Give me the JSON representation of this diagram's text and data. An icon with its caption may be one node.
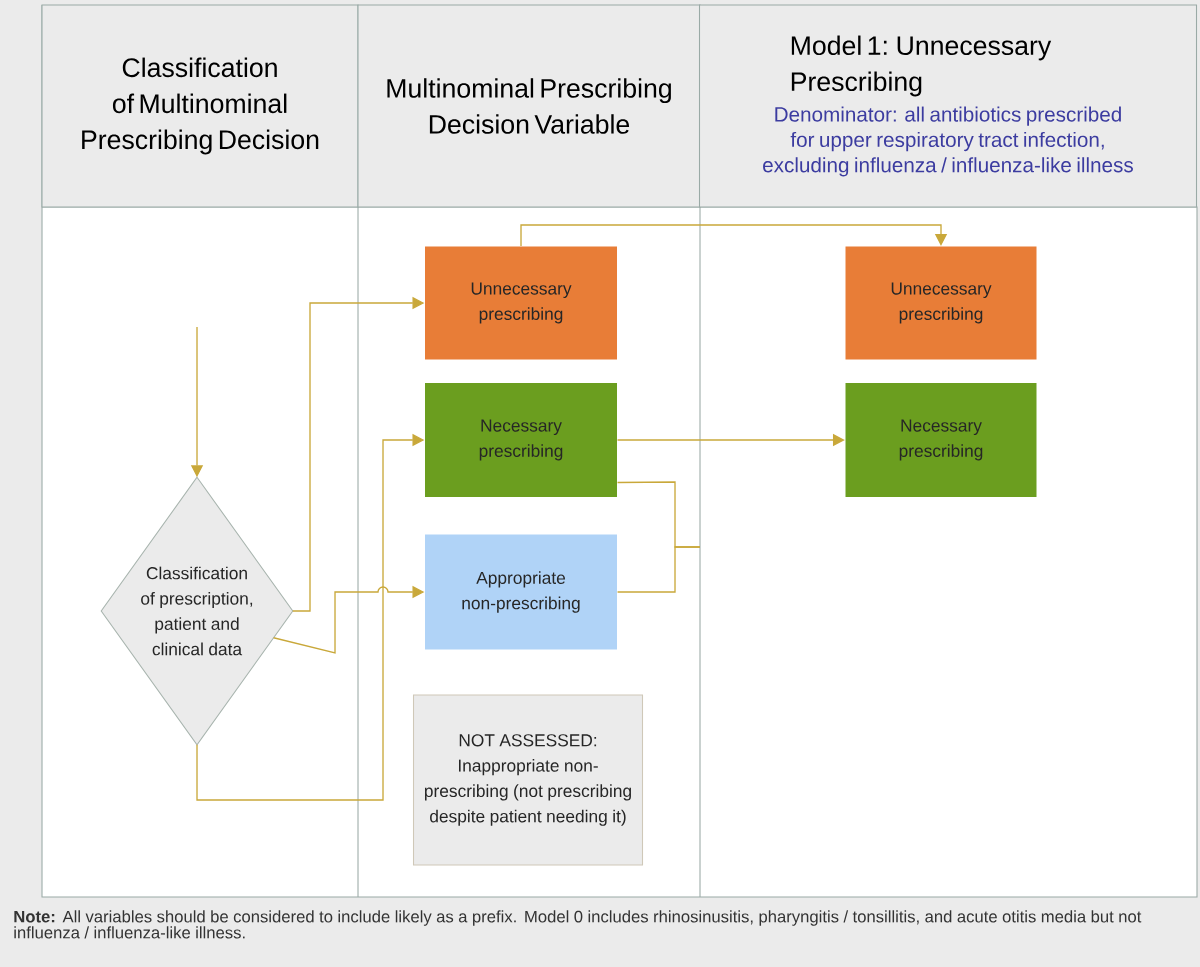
{
  "diagram": {
    "nodes": [
      {
        "text": [
          "Classification of Multinominal Prescribing Decision"
        ]
      },
      {
        "text": [
          "Multinominal Prescribing Decision Variable"
        ]
      },
      {
        "text": [
          "Model 1:  Unnecessary Prescribing",
          "Denominator: all antibiotics prescribed for upper respiratory tract infection, excluding influenza / influenza-like illness"
        ]
      },
      {
        "text": [
          "Classification of prescription, patient and clinical data"
        ]
      },
      {
        "text": [
          "Unnecessary prescribing"
        ]
      },
      {
        "text": [
          "Necessary prescribing"
        ]
      },
      {
        "text": [
          "Appropriate non-prescribing"
        ]
      },
      {
        "text": [
          "NOT ASSESSED: Inappropriate non-prescribing (not prescribing despite patient needing it)"
        ]
      },
      {
        "text": [
          "Unnecessary prescribing"
        ]
      },
      {
        "text": [
          "Necessary prescribing"
        ]
      }
    ],
    "edges": [
      {
        "from": null,
        "to": 3,
        "arrow": "to"
      },
      {
        "from": 3,
        "to": 4,
        "arrow": "to"
      },
      {
        "from": 3,
        "to": 5,
        "arrow": "to"
      },
      {
        "from": 3,
        "to": 6,
        "arrow": "to"
      },
      {
        "from": 4,
        "to": 8,
        "arrow": "to"
      },
      {
        "from": 5,
        "to": 9,
        "arrow": "to"
      },
      {
        "from": 5,
        "to": null,
        "arrow": "none"
      },
      {
        "from": 6,
        "to": null,
        "arrow": "none"
      }
    ],
    "labels": [
      "**Note:** All variables should be considered to include likely as a prefix. Model 0 includes rhinosinusitis, pharyngitis / tonsillitis, and acute otitis media but not influenza / influenza-like illness."
    ]
  }
}
